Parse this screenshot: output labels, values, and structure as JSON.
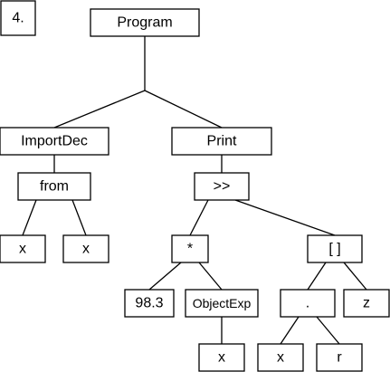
{
  "problem_number": "4.",
  "tree": {
    "nodes": [
      {
        "id": "program",
        "label": "Program"
      },
      {
        "id": "importdec",
        "label": "ImportDec"
      },
      {
        "id": "from",
        "label": "from"
      },
      {
        "id": "x1",
        "label": "x"
      },
      {
        "id": "x2",
        "label": "x"
      },
      {
        "id": "print",
        "label": "Print"
      },
      {
        "id": "shift",
        "label": ">>"
      },
      {
        "id": "mul",
        "label": "*"
      },
      {
        "id": "num",
        "label": "98.3"
      },
      {
        "id": "objexp",
        "label": "ObjectExp"
      },
      {
        "id": "x3",
        "label": "x"
      },
      {
        "id": "index",
        "label": "[ ]"
      },
      {
        "id": "dot",
        "label": "."
      },
      {
        "id": "x4",
        "label": "x"
      },
      {
        "id": "r",
        "label": "r"
      },
      {
        "id": "z",
        "label": "z"
      }
    ],
    "edges": [
      [
        "program",
        "importdec"
      ],
      [
        "program",
        "print"
      ],
      [
        "importdec",
        "from"
      ],
      [
        "from",
        "x1"
      ],
      [
        "from",
        "x2"
      ],
      [
        "print",
        "shift"
      ],
      [
        "shift",
        "mul"
      ],
      [
        "shift",
        "index"
      ],
      [
        "mul",
        "num"
      ],
      [
        "mul",
        "objexp"
      ],
      [
        "objexp",
        "x3"
      ],
      [
        "index",
        "dot"
      ],
      [
        "index",
        "z"
      ],
      [
        "dot",
        "x4"
      ],
      [
        "dot",
        "r"
      ]
    ]
  }
}
